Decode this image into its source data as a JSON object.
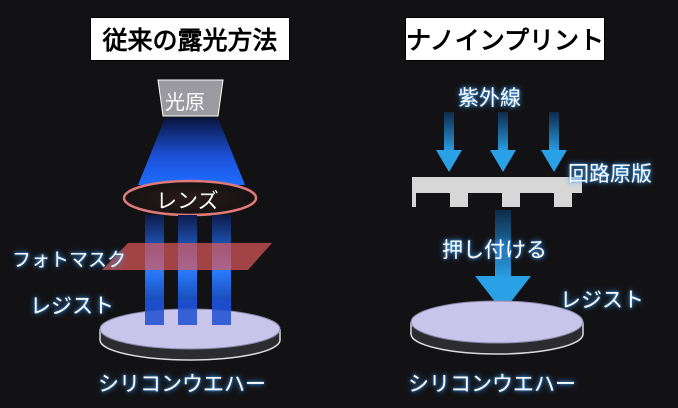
{
  "left": {
    "title": "従来の露光方法",
    "light_source": "光原",
    "lens": "レンズ",
    "photomask": "フォトマスク",
    "resist": "レジスト",
    "wafer": "シリコンウエハー"
  },
  "right": {
    "title": "ナノインプリント",
    "uv": "紫外線",
    "mold": "回路原版",
    "press": "押し付ける",
    "resist": "レジスト",
    "wafer": "シリコンウエハー"
  },
  "colors": {
    "background": "#121215",
    "glow": "#4aa8ff",
    "arrow": "#2aa0e6",
    "mask": "#e05a5a",
    "mold": "#d7d7d7",
    "wafer_top": "#c9c4ea"
  }
}
